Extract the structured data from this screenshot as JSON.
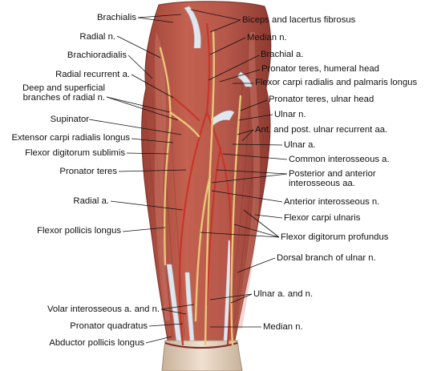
{
  "labels": {
    "brachialis": "Brachialis",
    "radial_n": "Radial n.",
    "brachioradialis": "Brachioradialis",
    "radial_recurrent_a": "Radial recurrent a.",
    "deep_superficial_1": "Deep and superficial",
    "deep_superficial_2": "branches of radial n.",
    "supinator": "Supinator",
    "ext_carpi_radialis_longus": "Extensor carpi radialis longus",
    "flexor_dig_sublimis": "Flexor digitorum sublimis",
    "pronator_teres": "Pronator teres",
    "radial_a": "Radial a.",
    "flexor_pollicis_longus": "Flexor pollicis longus",
    "volar_interosseous": "Volar interosseous a. and n.",
    "pronator_quadratus": "Pronator quadratus",
    "abductor_pollicis_longus": "Abductor pollicis longus",
    "biceps_lacertus": "Biceps and lacertus fibrosus",
    "median_n_top": "Median n.",
    "brachial_a": "Brachial a.",
    "pronator_teres_humeral": "Pronator teres, humeral head",
    "fcr_palmaris": "Flexor carpi radialis and palmaris longus",
    "pronator_teres_ulnar": "Pronator teres, ulnar head",
    "ulnar_n": "Ulnar n.",
    "ulnar_recurrent": "Ant. and post. ulnar recurrent aa.",
    "ulnar_a": "Ulnar a.",
    "common_interosseous": "Common interosseous a.",
    "post_ant_interosseous_1": "Posterior and anterior",
    "post_ant_interosseous_2": "interosseous aa.",
    "ant_interosseous_n": "Anterior interosseous n.",
    "flexor_carpi_ulnaris": "Flexor carpi ulnaris",
    "flexor_dig_profundus": "Flexor digitorum profundus",
    "dorsal_branch_ulnar": "Dorsal branch of ulnar n.",
    "ulnar_a_and_n": "Ulnar a. and n.",
    "median_n_bottom": "Median n."
  },
  "colors": {
    "muscle": "#b8564a",
    "muscle_dark": "#8e3a31",
    "muscle_light": "#d98a78",
    "tendon": "#dfe6ee",
    "nerve": "#e8c77a",
    "artery": "#c9352a",
    "skin": "#e9d7c6",
    "leader": "#111111"
  }
}
